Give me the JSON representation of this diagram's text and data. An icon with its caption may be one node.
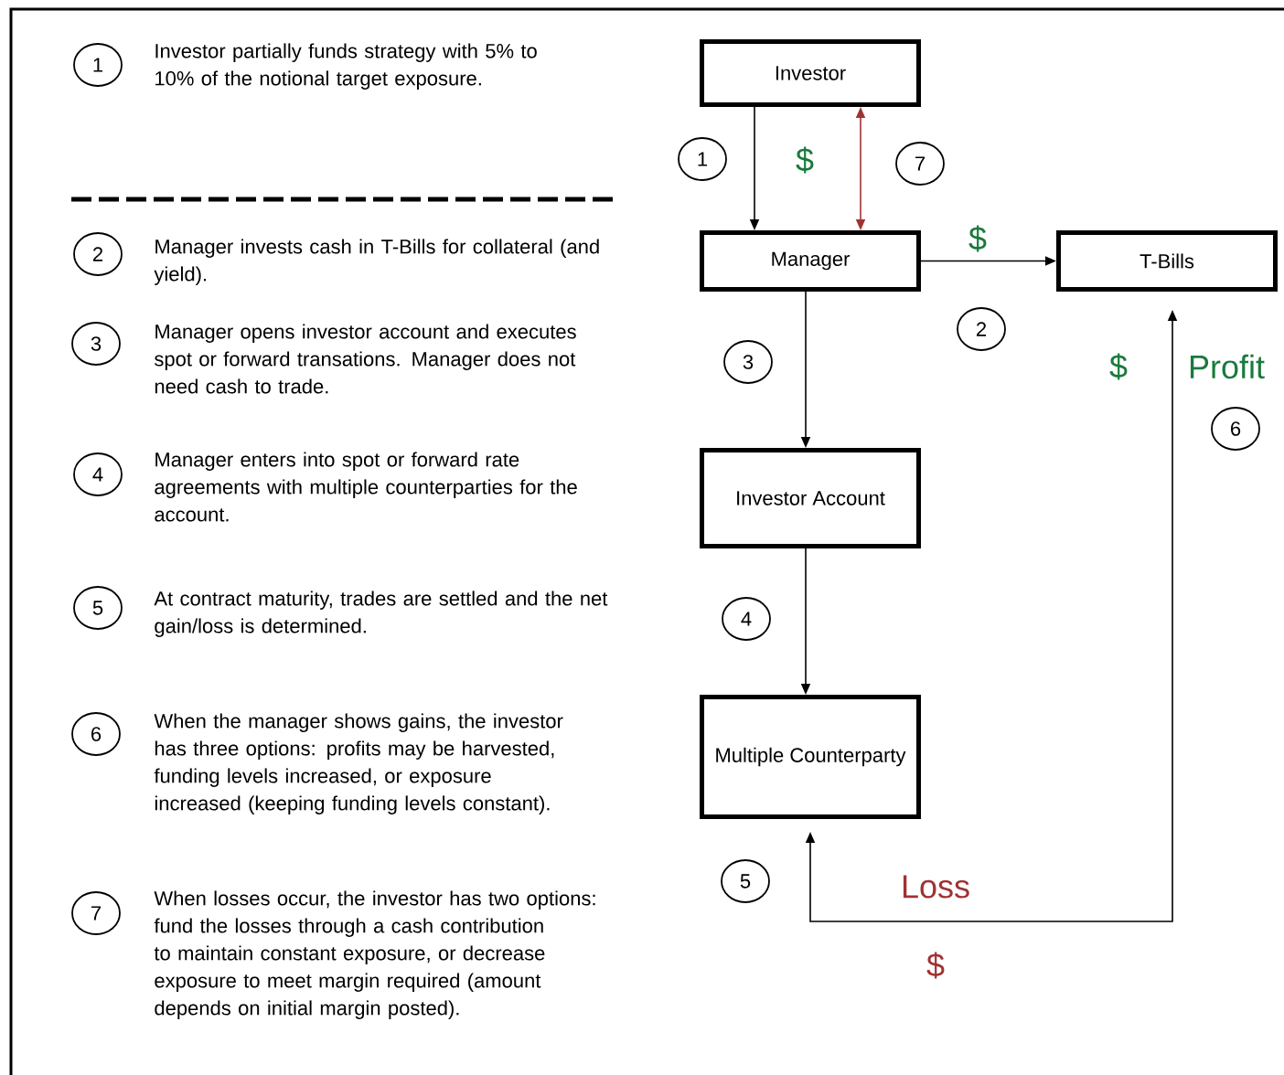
{
  "diagram": {
    "nodes": [
      {
        "text": [
          "Investor"
        ]
      },
      {
        "text": [
          "Manager"
        ]
      },
      {
        "text": [
          "T-Bills"
        ]
      },
      {
        "text": [
          "Investor Account"
        ]
      },
      {
        "text": [
          "Multiple Counterparty"
        ]
      },
      {
        "text": [
          "1"
        ],
        "beside": [
          "Investor partially funds strategy with 5% to 10% of the notional target exposure."
        ]
      },
      {
        "text": [
          "2"
        ],
        "beside": [
          "Manager invests cash in T-Bills for collateral (and yield)."
        ]
      },
      {
        "text": [
          "3"
        ],
        "beside": [
          "Manager opens investor account and executes spot or forward transations. Manager does not need cash to trade."
        ]
      },
      {
        "text": [
          "4"
        ],
        "beside": [
          "Manager enters into spot or forward rate agreements with multiple counterparties for the account."
        ]
      },
      {
        "text": [
          "5"
        ],
        "beside": [
          "At contract maturity, trades are settled and the net gain/loss is determined."
        ]
      },
      {
        "text": [
          "6"
        ],
        "beside": [
          "When the manager shows gains, the investor has three options: profits may be harvested, funding levels increased, or exposure increased (keeping funding levels constant)."
        ]
      },
      {
        "text": [
          "7"
        ],
        "beside": [
          "When losses occur, the investor has two options: fund the losses through a cash contribution to maintain constant exposure, or decrease exposure to meet margin required (amount depends on initial margin posted)."
        ]
      },
      {
        "text": [
          "1"
        ]
      },
      {
        "text": [
          "7"
        ]
      },
      {
        "text": [
          "2"
        ]
      },
      {
        "text": [
          "3"
        ]
      },
      {
        "text": [
          "6"
        ]
      },
      {
        "text": [
          "4"
        ]
      },
      {
        "text": [
          "5"
        ]
      }
    ],
    "edges": [
      {
        "from": 0,
        "to": 1,
        "arrow": "to"
      },
      {
        "from": 0,
        "to": 1,
        "arrow": "both",
        "color": "#a03232"
      },
      {
        "from": 1,
        "to": 2,
        "arrow": "to"
      },
      {
        "from": 1,
        "to": 3,
        "arrow": "to"
      },
      {
        "from": 3,
        "to": 4,
        "arrow": "to"
      },
      {
        "from": 4,
        "to": 2,
        "arrow": "both"
      }
    ],
    "labels": [
      "$",
      "$",
      "$",
      "Profit",
      "Loss",
      "$"
    ]
  }
}
